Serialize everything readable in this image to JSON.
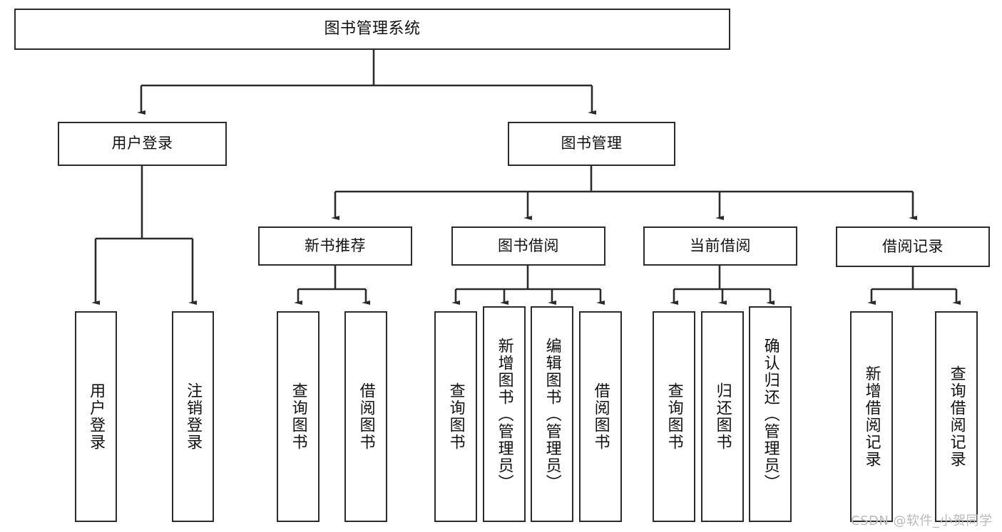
{
  "diagram": {
    "title": "图书管理系统",
    "watermark": "CSDN @软件_小贺同学",
    "stroke_color": "#2b2b2b",
    "text_color": "#111111",
    "background_color": "#ffffff",
    "watermark_color": "#b9b9b9"
  },
  "nodes": {
    "root": {
      "label": "图书管理系统"
    },
    "level1": [
      {
        "id": "user-login",
        "label": "用户登录"
      },
      {
        "id": "book-management",
        "label": "图书管理"
      }
    ],
    "level2": [
      {
        "id": "new-book-recommend",
        "label": "新书推荐"
      },
      {
        "id": "book-borrow",
        "label": "图书借阅"
      },
      {
        "id": "current-borrow",
        "label": "当前借阅"
      },
      {
        "id": "borrow-record",
        "label": "借阅记录"
      }
    ],
    "leaves": {
      "user_login": [
        {
          "id": "leaf-user-login",
          "label": "用户登录"
        },
        {
          "id": "leaf-logout-login",
          "label": "注销登录"
        }
      ],
      "new_book_recommend": [
        {
          "id": "leaf-query-book-1",
          "label": "查询图书"
        },
        {
          "id": "leaf-borrow-book-1",
          "label": "借阅图书"
        }
      ],
      "book_borrow": [
        {
          "id": "leaf-query-book-2",
          "label": "查询图书"
        },
        {
          "id": "leaf-add-book",
          "label": "新增图书（管理员）"
        },
        {
          "id": "leaf-edit-book",
          "label": "编辑图书（管理员）"
        },
        {
          "id": "leaf-borrow-book-2",
          "label": "借阅图书"
        }
      ],
      "current_borrow": [
        {
          "id": "leaf-query-book-3",
          "label": "查询图书"
        },
        {
          "id": "leaf-return-book",
          "label": "归还图书"
        },
        {
          "id": "leaf-confirm-return",
          "label": "确认归还（管理员）"
        }
      ],
      "borrow_record": [
        {
          "id": "leaf-add-record",
          "label": "新增借阅记录"
        },
        {
          "id": "leaf-query-record",
          "label": "查询借阅记录"
        }
      ]
    }
  }
}
